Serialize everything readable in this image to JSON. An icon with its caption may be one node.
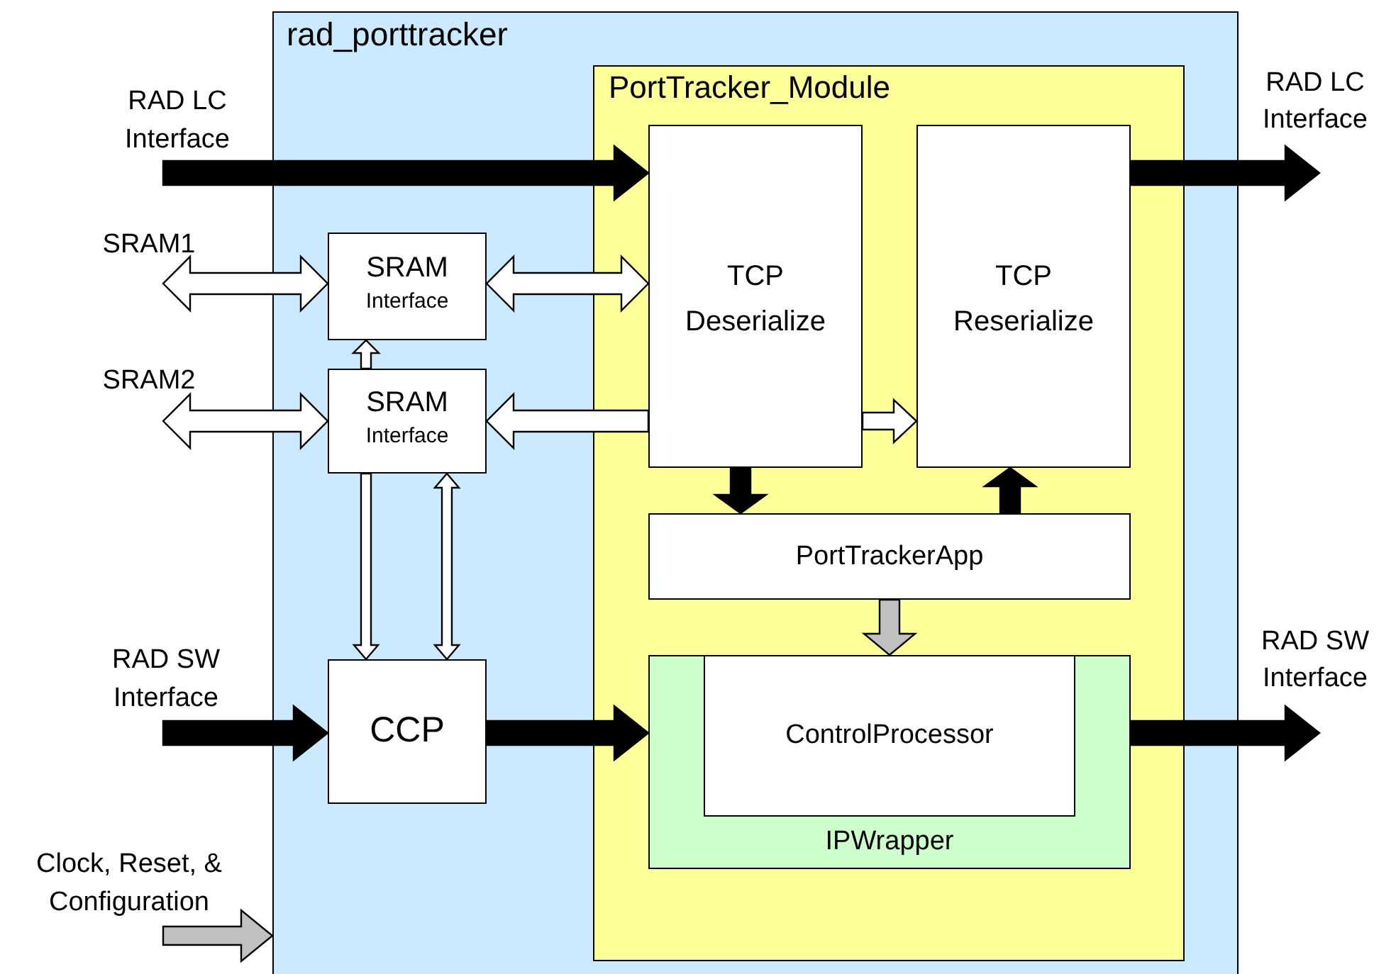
{
  "diagram": {
    "nodes": [
      {
        "text": [
          "rad_porttracker"
        ]
      },
      {
        "text": [
          "PortTracker_Module"
        ],
        "in": 0
      },
      {
        "text": [
          "TCP Deserialize"
        ],
        "in": 1
      },
      {
        "text": [
          "TCP Reserialize"
        ],
        "in": 1
      },
      {
        "text": [
          "PortTrackerApp"
        ],
        "in": 1
      },
      {
        "text": [
          "IPWrapper"
        ],
        "in": 1
      },
      {
        "text": [
          "ControlProcessor"
        ],
        "in": 5
      },
      {
        "text": [
          "SRAM",
          "Interface"
        ],
        "in": 0
      },
      {
        "text": [
          "SRAM",
          "Interface"
        ],
        "in": 0
      },
      {
        "text": [
          "CCP"
        ],
        "in": 0
      },
      {
        "text": [
          "RAD LC Interface"
        ]
      },
      {
        "text": [
          "SRAM1"
        ]
      },
      {
        "text": [
          "SRAM2"
        ]
      },
      {
        "text": [
          "RAD SW Interface"
        ]
      },
      {
        "text": [
          "Clock, Reset, & Configuration"
        ]
      },
      {
        "text": [
          "RAD LC Interface"
        ]
      },
      {
        "text": [
          "RAD SW Interface"
        ]
      }
    ],
    "edges": [
      {
        "from": 10,
        "to": 2,
        "arrow": "to",
        "style": "thick",
        "color": "#000000"
      },
      {
        "from": 3,
        "to": 15,
        "arrow": "to",
        "style": "thick",
        "color": "#000000"
      },
      {
        "from": 11,
        "to": 7,
        "arrow": "both"
      },
      {
        "from": 7,
        "to": 2,
        "arrow": "both"
      },
      {
        "from": 12,
        "to": 8,
        "arrow": "both"
      },
      {
        "from": 2,
        "to": 8,
        "arrow": "to"
      },
      {
        "from": 2,
        "to": 3,
        "arrow": "to"
      },
      {
        "from": 8,
        "to": 7,
        "arrow": "to"
      },
      {
        "from": 8,
        "to": 9,
        "arrow": "to"
      },
      {
        "from": 8,
        "to": 9,
        "arrow": "both"
      },
      {
        "from": 2,
        "to": 4,
        "arrow": "to",
        "style": "thick",
        "color": "#000000"
      },
      {
        "from": 4,
        "to": 3,
        "arrow": "to",
        "style": "thick",
        "color": "#000000"
      },
      {
        "from": 4,
        "to": 6,
        "arrow": "to",
        "style": "thick",
        "color": "#c0c0c0"
      },
      {
        "from": 13,
        "to": 9,
        "arrow": "to",
        "style": "thick",
        "color": "#000000"
      },
      {
        "from": 9,
        "to": 5,
        "arrow": "to",
        "style": "thick",
        "color": "#000000"
      },
      {
        "from": 5,
        "to": 16,
        "arrow": "to",
        "style": "thick",
        "color": "#000000"
      },
      {
        "from": 14,
        "to": 0,
        "arrow": "to",
        "style": "thick",
        "color": "#c0c0c0"
      }
    ]
  }
}
